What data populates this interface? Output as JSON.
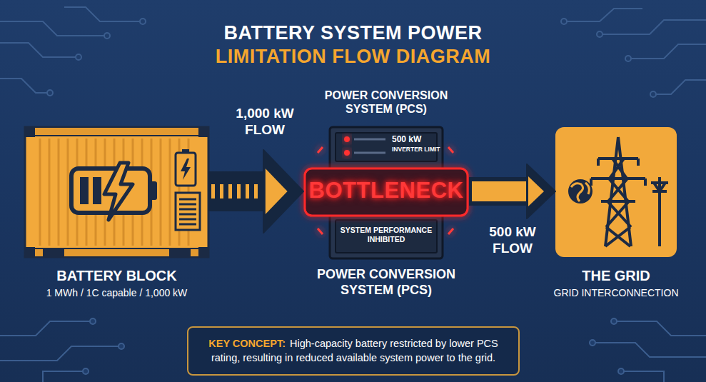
{
  "diagram": {
    "title": "BATTERY SYSTEM POWER",
    "nodes": [
      {
        "text": [
          "BATTERY BLOCK",
          "1 MWh / 1C capable / 1,000 kW"
        ]
      },
      {
        "text": [
          "POWER CONVERSION SYSTEM (PCS)",
          "500 kW",
          "INVERTER LIMIT",
          "BOTTLENECK",
          "SYSTEM PERFORMANCE INHIBITED",
          "POWER CONVERSION SYSTEM (PCS)"
        ]
      },
      {
        "text": [
          "THE GRID",
          "GRID INTERCONNECTION"
        ]
      },
      {
        "text": [
          "KEY CONCEPT:",
          "High-capacity battery restricted by lower PCS rating, resulting in reduced available system power to the grid."
        ]
      }
    ],
    "edges": [
      {
        "from": 0,
        "to": 1,
        "label": "1,000 kW FLOW",
        "arrow": "to"
      },
      {
        "from": 1,
        "to": 2,
        "label": "500 kW FLOW",
        "arrow": "to"
      }
    ],
    "labels": [
      "LIMITATION FLOW DIAGRAM"
    ]
  }
}
